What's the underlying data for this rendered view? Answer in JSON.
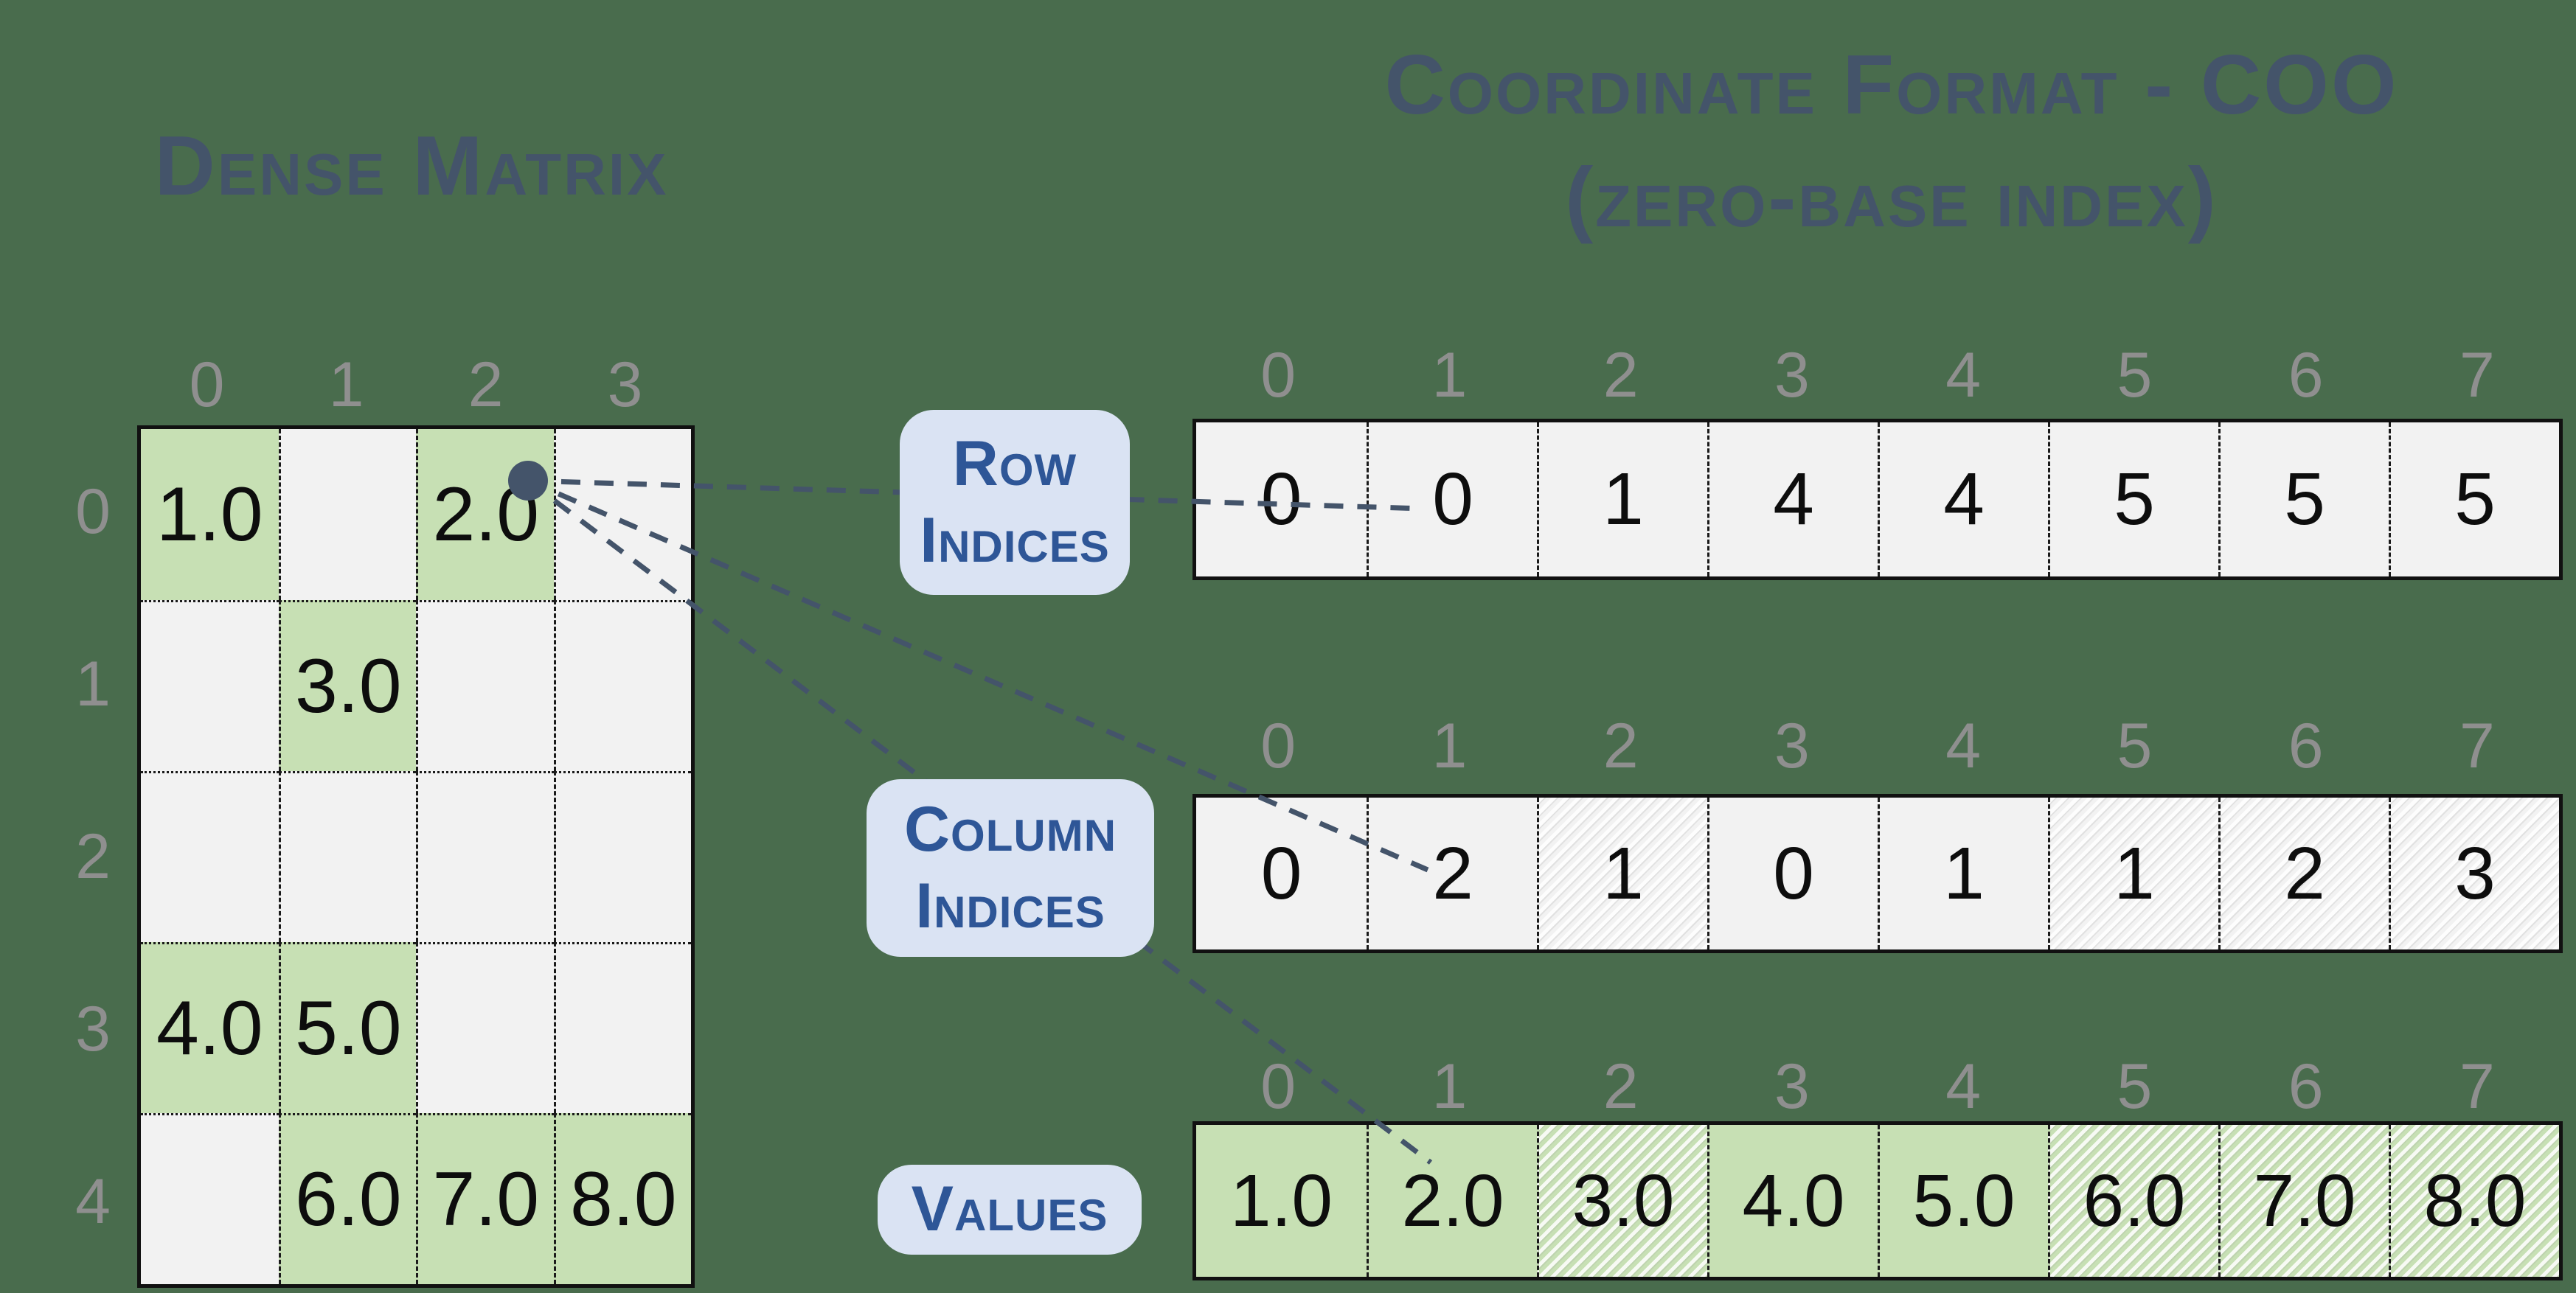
{
  "titles": {
    "dense": "Dense Matrix",
    "coo_line1": "Coordinate Format - COO",
    "coo_line2": "(zero-base index)"
  },
  "dense_matrix": {
    "col_headers": [
      "0",
      "1",
      "2",
      "3"
    ],
    "row_headers": [
      "0",
      "1",
      "2",
      "3",
      "4"
    ],
    "cells": [
      [
        "1.0",
        "",
        "2.0",
        ""
      ],
      [
        "",
        "3.0",
        "",
        ""
      ],
      [
        "",
        "",
        "",
        ""
      ],
      [
        "4.0",
        "5.0",
        "",
        ""
      ],
      [
        "",
        "6.0",
        "7.0",
        "8.0"
      ]
    ]
  },
  "coo": {
    "index_headers": [
      "0",
      "1",
      "2",
      "3",
      "4",
      "5",
      "6",
      "7"
    ],
    "row_indices": {
      "label_line1": "Row",
      "label_line2": "Indices",
      "values": [
        "0",
        "0",
        "1",
        "4",
        "4",
        "5",
        "5",
        "5"
      ]
    },
    "column_indices": {
      "label_line1": "Column",
      "label_line2": "Indices",
      "values": [
        "0",
        "2",
        "1",
        "0",
        "1",
        "1",
        "2",
        "3"
      ]
    },
    "values_array": {
      "label": "Values",
      "values": [
        "1.0",
        "2.0",
        "3.0",
        "4.0",
        "5.0",
        "6.0",
        "7.0",
        "8.0"
      ]
    },
    "hatched_cell_indices": [
      2,
      5,
      6,
      7
    ]
  },
  "colors": {
    "background": "#496c4d",
    "title": "#44546a",
    "slate": "#44546a",
    "header_gray": "#8f8f8f",
    "cell_gray": "#f2f2f2",
    "cell_green": "#c7e0b4",
    "label_box_bg": "#dae3f3",
    "label_box_text": "#2e5697",
    "grid_black": "#111111"
  }
}
